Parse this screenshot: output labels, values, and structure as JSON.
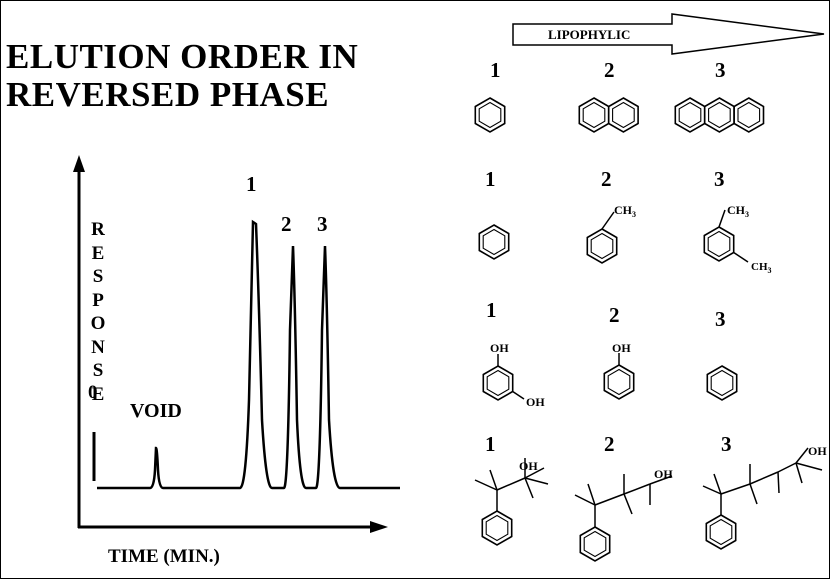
{
  "title": {
    "line1": "ELUTION ORDER IN",
    "line2": "REVERSED PHASE"
  },
  "chart": {
    "ylabel_letters": [
      "R",
      "E",
      "S",
      "P",
      "O",
      "N",
      "S",
      "E"
    ],
    "xlabel": "TIME (MIN.)",
    "zero_label": "0",
    "void_label": "VOID",
    "peak_labels": [
      "1",
      "2",
      "3"
    ]
  },
  "arrow": {
    "label": "LIPOPHYLIC"
  },
  "rows": [
    {
      "numbers": [
        "1",
        "2",
        "3"
      ],
      "structures": [
        "benzene-icon",
        "naphthalene-icon",
        "anthracene-icon"
      ]
    },
    {
      "numbers": [
        "1",
        "2",
        "3"
      ],
      "structures": [
        "benzene-icon",
        "toluene-icon",
        "xylene-icon"
      ],
      "substituent": "CH3"
    },
    {
      "numbers": [
        "1",
        "2",
        "3"
      ],
      "structures": [
        "resorcinol-icon",
        "phenol-icon",
        "benzene-icon"
      ],
      "substituent": "OH"
    },
    {
      "numbers": [
        "1",
        "2",
        "3"
      ],
      "structures": [
        "phenyl-alcohol-1-icon",
        "phenyl-alcohol-2-icon",
        "phenyl-alcohol-3-icon"
      ],
      "substituent": "OH"
    }
  ]
}
